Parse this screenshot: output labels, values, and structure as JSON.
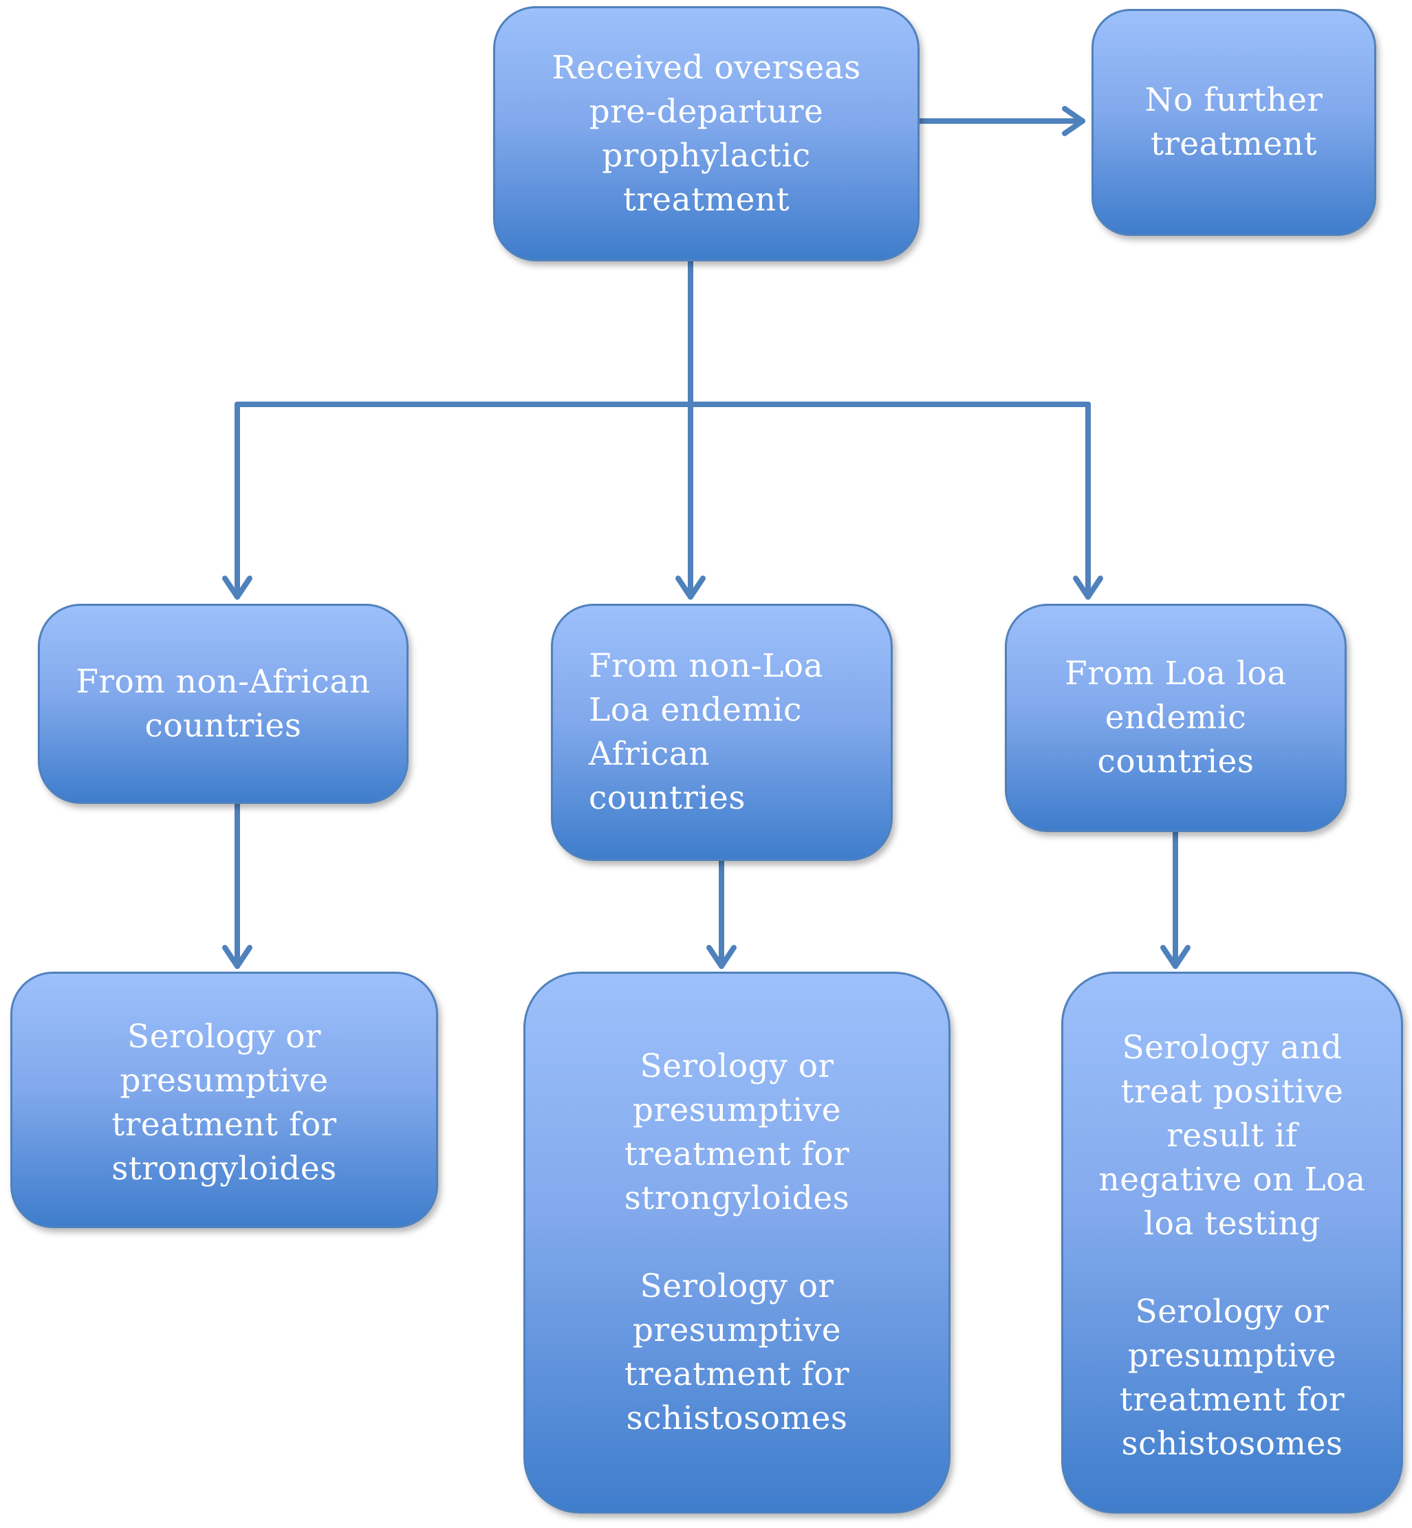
{
  "diagram": {
    "nodes": {
      "received": {
        "lines": "Received overseas\npre-departure\nprophylactic\ntreatment"
      },
      "no_further": {
        "lines": "No further\ntreatment"
      },
      "non_african": {
        "lines": "From non-African\ncountries"
      },
      "non_loa": {
        "lines": "From non-Loa\nLoa endemic\nAfrican\ncountries"
      },
      "loa": {
        "lines": "From Loa loa\nendemic\ncountries"
      },
      "result_non_african": {
        "lines": "Serology or\npresumptive\ntreatment for\nstrongyloides"
      },
      "result_non_loa": {
        "para1": "Serology or\npresumptive\ntreatment for\nstrongyloides",
        "para2": "Serology or\npresumptive\ntreatment for\nschistosomes"
      },
      "result_loa": {
        "para1": "Serology and\ntreat positive\nresult if\nnegative on Loa\nloa testing",
        "para2": "Serology or\npresumptive\ntreatment for\nschistosomes"
      }
    },
    "colors": {
      "box_top": "#9dc0fb",
      "box_bottom": "#3f7dcc",
      "box_border": "#4f81bd",
      "connector": "#4f81bd",
      "text": "#ffffff"
    }
  }
}
